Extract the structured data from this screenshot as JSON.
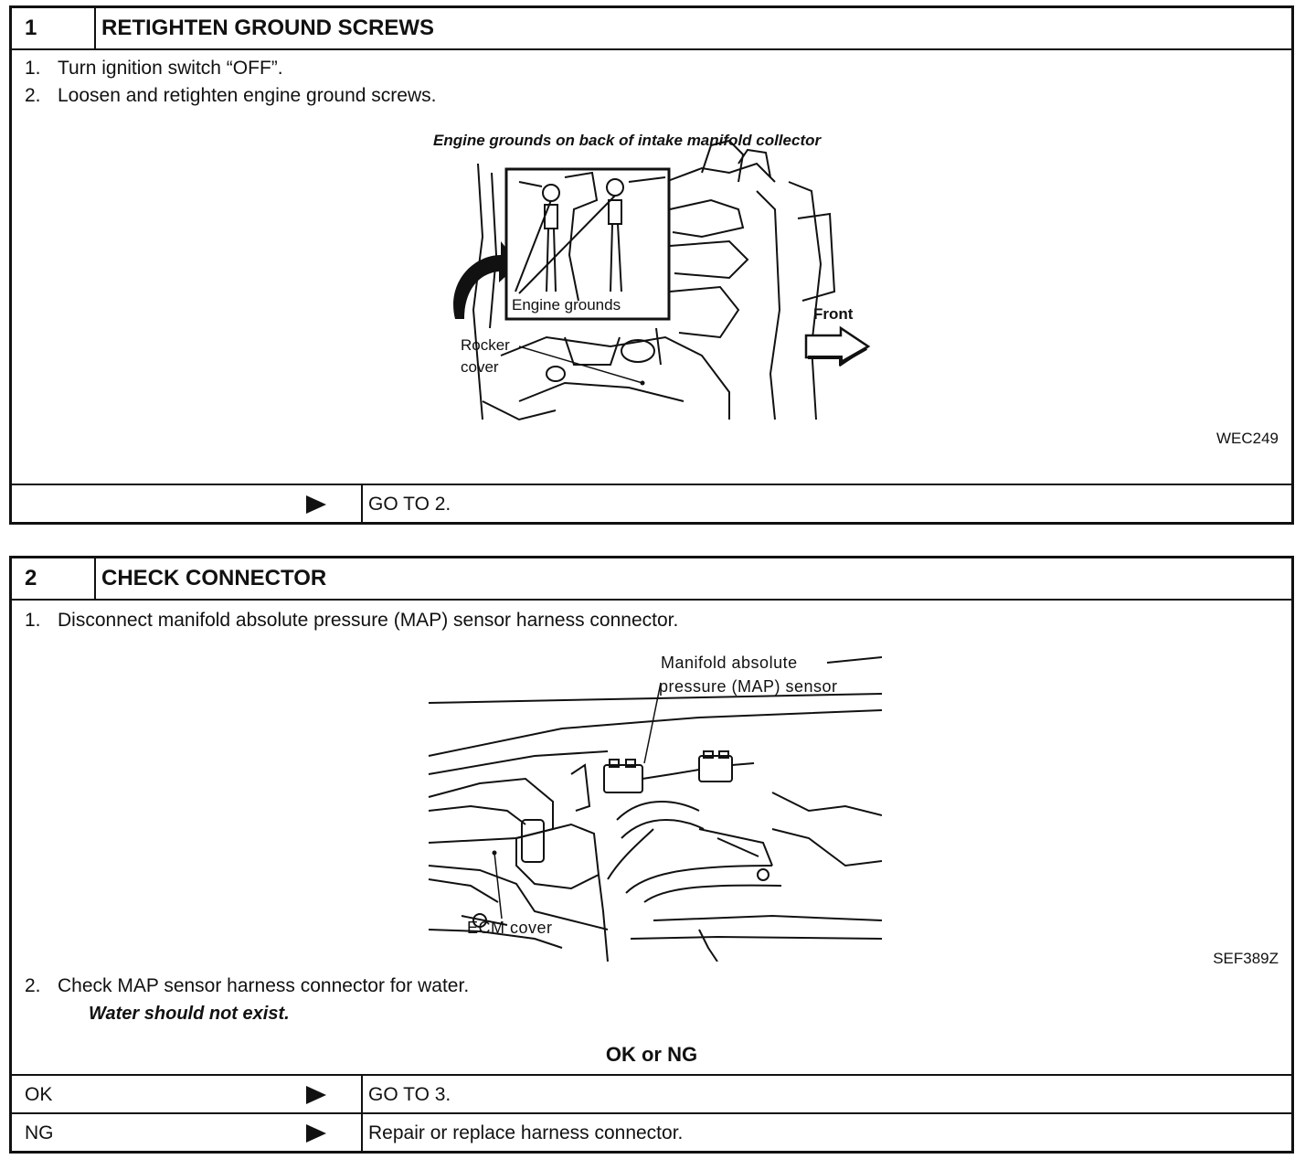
{
  "box1": {
    "number": "1",
    "title": "RETIGHTEN GROUND SCREWS",
    "steps": [
      {
        "n": "1.",
        "text": "Turn ignition switch “OFF”."
      },
      {
        "n": "2.",
        "text": "Loosen and retighten engine ground screws."
      }
    ],
    "figure": {
      "caption": "Engine grounds on back of intake manifold collector",
      "label_grounds": "Engine grounds",
      "label_rocker_1": "Rocker",
      "label_rocker_2": "cover",
      "label_front": "Front",
      "code": "WEC249"
    },
    "result": {
      "left": "",
      "right": "GO TO 2."
    }
  },
  "box2": {
    "number": "2",
    "title": "CHECK CONNECTOR",
    "step1": {
      "n": "1.",
      "text": "Disconnect manifold absolute pressure (MAP) sensor harness connector."
    },
    "figure": {
      "label_map_1": "Manifold absolute",
      "label_map_2": "pressure (MAP) sensor",
      "label_ecm": "ECM cover",
      "code": "SEF389Z"
    },
    "step2": {
      "n": "2.",
      "text": "Check MAP sensor harness connector for water."
    },
    "note": "Water should not exist.",
    "okng": "OK or NG",
    "results": [
      {
        "left": "OK",
        "right": "GO TO 3."
      },
      {
        "left": "NG",
        "right": "Repair or replace harness connector."
      }
    ]
  }
}
